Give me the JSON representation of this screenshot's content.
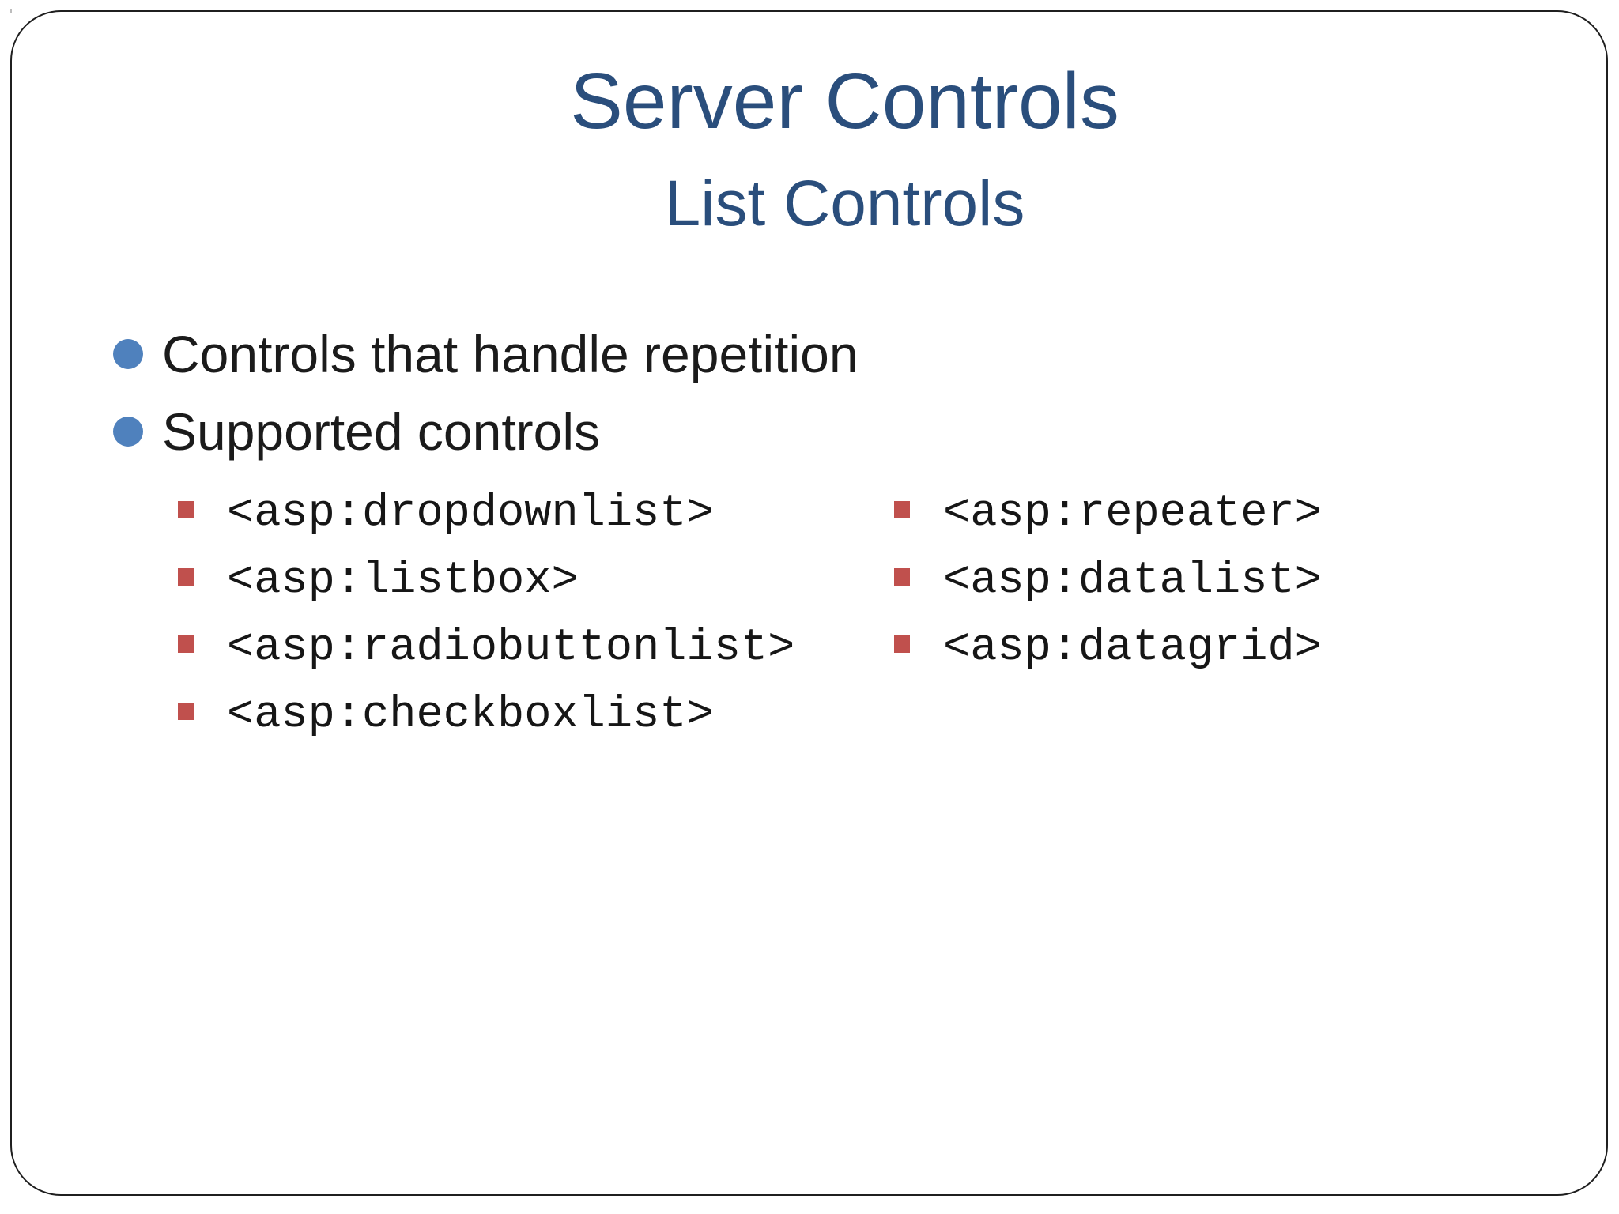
{
  "slide": {
    "title": "Server Controls",
    "subtitle": "List Controls",
    "bullets": [
      "Controls that handle repetition",
      "Supported controls"
    ],
    "supported_controls_left": [
      "<asp:dropdownlist>",
      "<asp:listbox>",
      "<asp:radiobuttonlist>",
      "<asp:checkboxlist>"
    ],
    "supported_controls_right": [
      "<asp:repeater>",
      "<asp:datalist>",
      "<asp:datagrid>"
    ],
    "colors": {
      "title_text": "#2A4E7C",
      "bullet_dot": "#4F81BD",
      "sub_bullet_square": "#C0504D",
      "body_text": "#1B1B1B",
      "slide_border": "#1F1F1F",
      "background": "#FFFFFF"
    }
  }
}
